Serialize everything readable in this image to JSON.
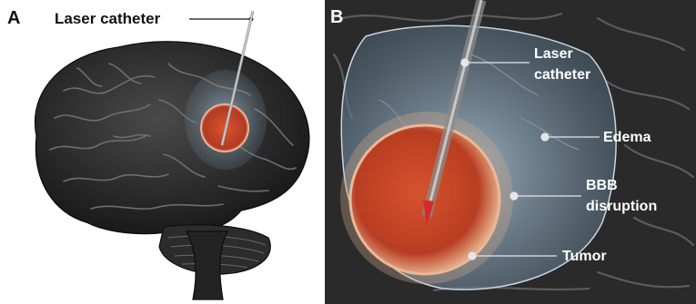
{
  "panel_a": {
    "letter": "A",
    "labels": {
      "laser_catheter": "Laser catheter"
    }
  },
  "panel_b": {
    "letter": "B",
    "labels": {
      "laser": "Laser",
      "catheter": "catheter",
      "edema": "Edema",
      "bbb": "BBB",
      "disruption": "disruption",
      "tumor": "Tumor"
    }
  },
  "colors": {
    "brain_dark": "#2b2b2b",
    "brain_fold": "#5a5a5a",
    "tumor": "#c8452a",
    "edema": "#9fb7c8",
    "catheter": "#b9b9b9",
    "catheter_tip": "#d42a2a"
  }
}
